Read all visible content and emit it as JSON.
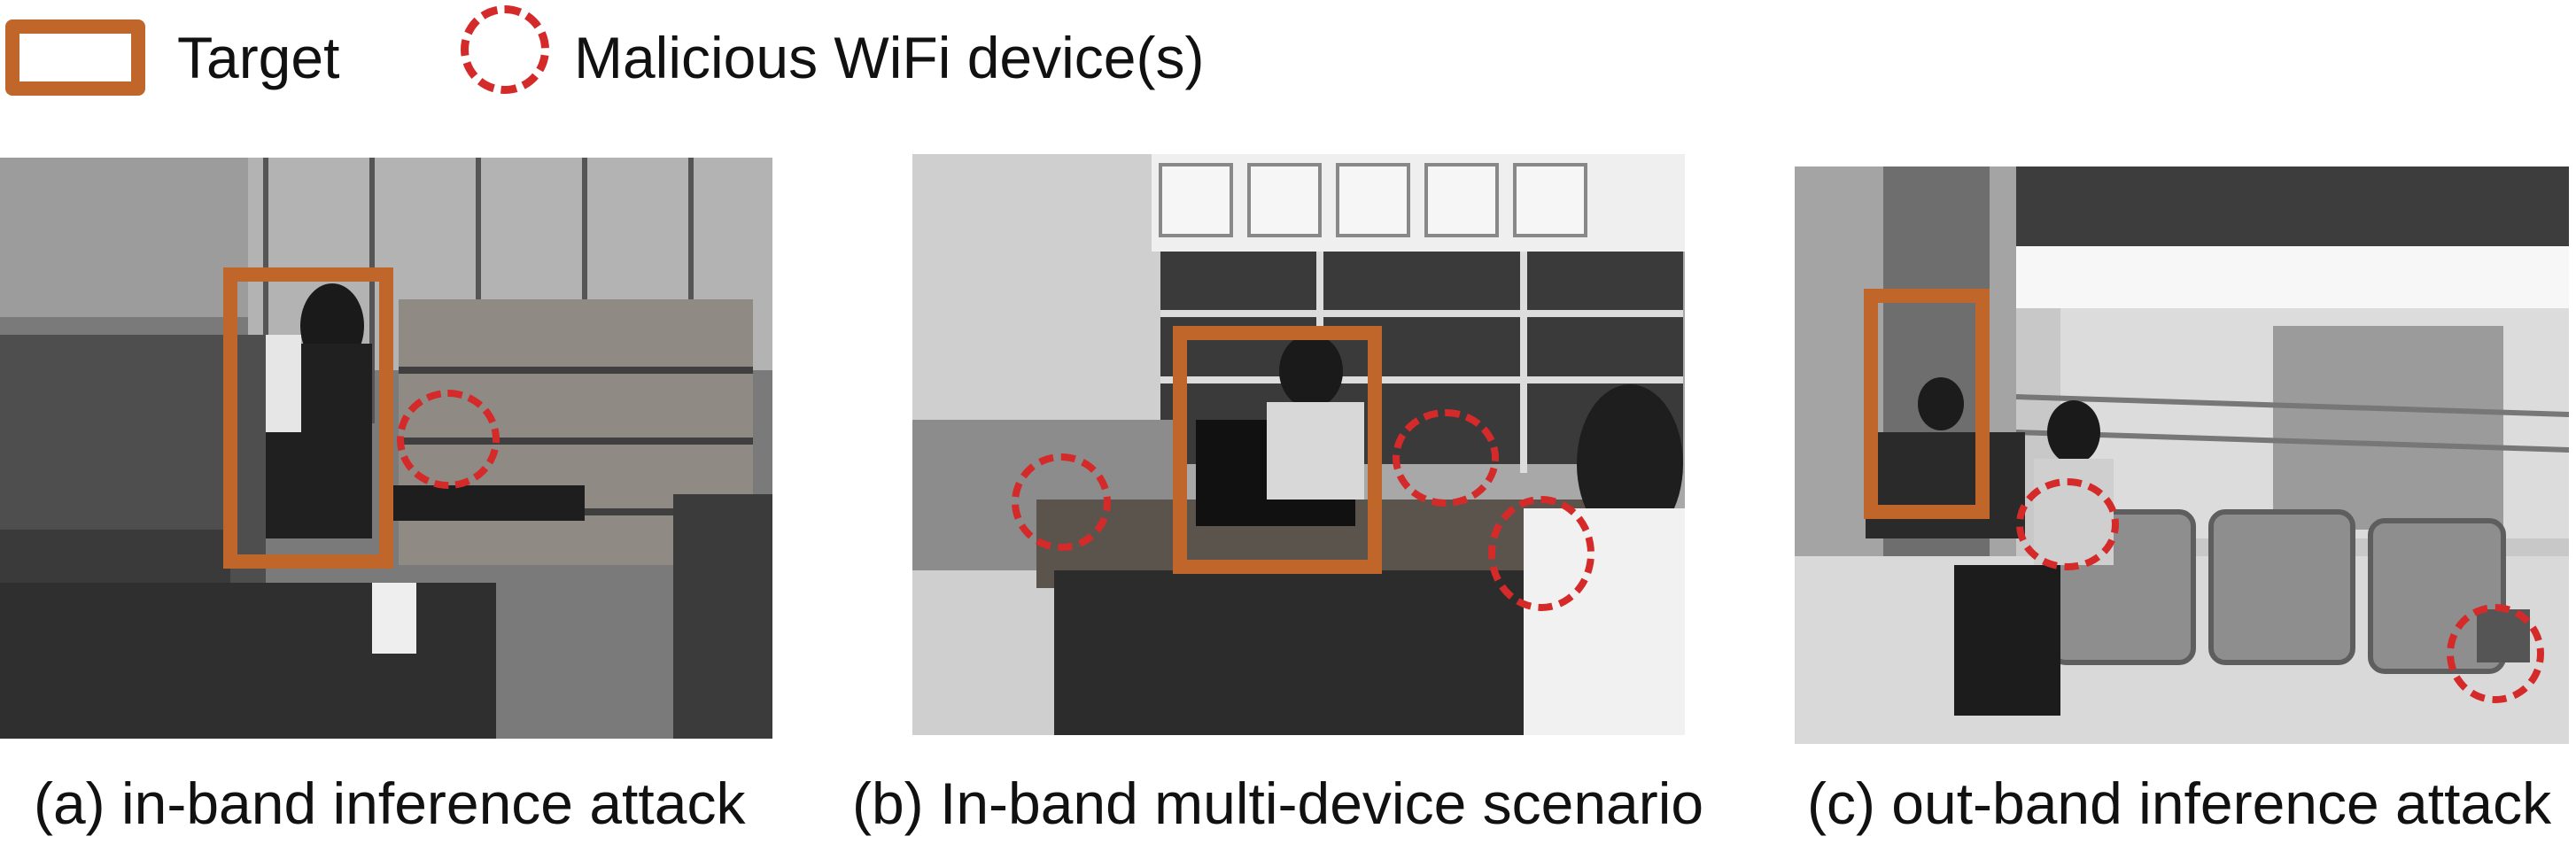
{
  "legend": {
    "target_label": "Target",
    "malicious_label": "Malicious WiFi device(s)",
    "target_color": "#c0662a",
    "malicious_color": "#d42a2a"
  },
  "panels": [
    {
      "caption": "(a) in-band inference attack",
      "scene": "Lounge: person seated on a sofa in front of shelves; small table in foreground"
    },
    {
      "caption": "(b) In-band multi-device scenario",
      "scene": "Cafe shelves: person with a laptop at a wooden table, another person in the foreground"
    },
    {
      "caption": "(c) out-band inference attack",
      "scene": "Hallway lobby: two people seated on metal bench seats near a railing"
    }
  ]
}
